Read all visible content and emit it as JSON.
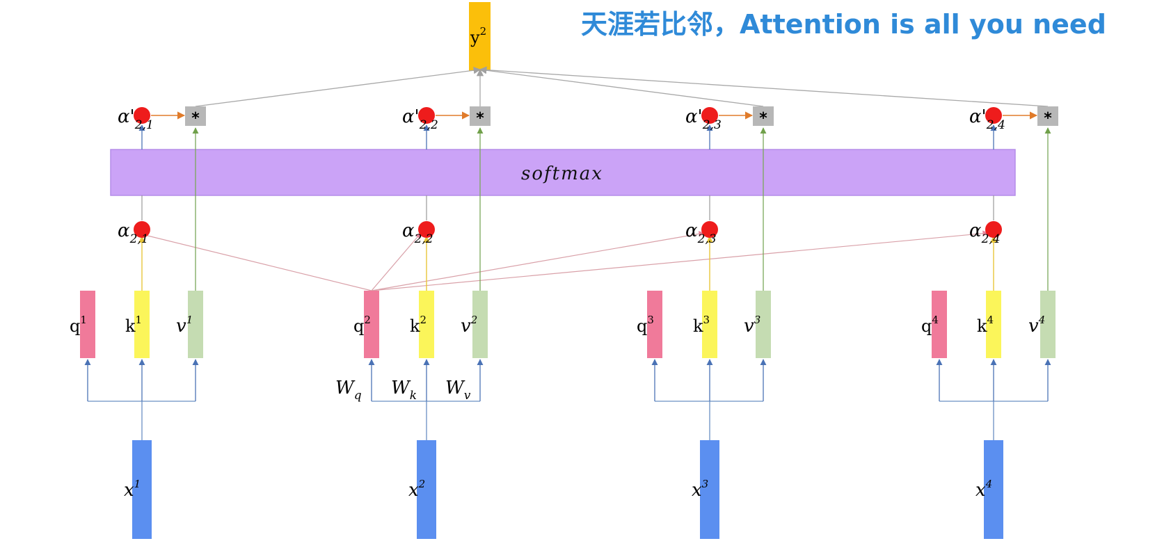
{
  "caption": "天涯若比邻，Attention is all you need",
  "softmax_label": "softmax",
  "output": {
    "symbol": "y",
    "index": "2"
  },
  "multiply_symbol": "*",
  "weights": {
    "q": "W",
    "q_sub": "q",
    "k": "W",
    "k_sub": "k",
    "v": "W",
    "v_sub": "v"
  },
  "columns": [
    {
      "x_symbol": "x",
      "index": "1",
      "q": "q",
      "k": "k",
      "v": "v",
      "alpha": "α",
      "alpha_index": "2,1",
      "alpha_prime": "α'",
      "alpha_prime_index": "2,1"
    },
    {
      "x_symbol": "x",
      "index": "2",
      "q": "q",
      "k": "k",
      "v": "v",
      "alpha": "α",
      "alpha_index": "2,2",
      "alpha_prime": "α'",
      "alpha_prime_index": "2,2"
    },
    {
      "x_symbol": "x",
      "index": "3",
      "q": "q",
      "k": "k",
      "v": "v",
      "alpha": "α",
      "alpha_index": "2,3",
      "alpha_prime": "α'",
      "alpha_prime_index": "2,3"
    },
    {
      "x_symbol": "x",
      "index": "4",
      "q": "q",
      "k": "k",
      "v": "v",
      "alpha": "α",
      "alpha_index": "2,4",
      "alpha_prime": "α'",
      "alpha_prime_index": "2,4"
    }
  ],
  "colors": {
    "x_bar": "#5b8ff0",
    "q_bar": "#f07a9a",
    "k_bar": "#fbf55a",
    "v_bar": "#c5dcb2",
    "y_bar": "#fbbf0a",
    "softmax": "#cba3f7",
    "dot": "#ee1c1c",
    "mult_box": "#b7b7b7",
    "caption": "#2f8ad8"
  }
}
